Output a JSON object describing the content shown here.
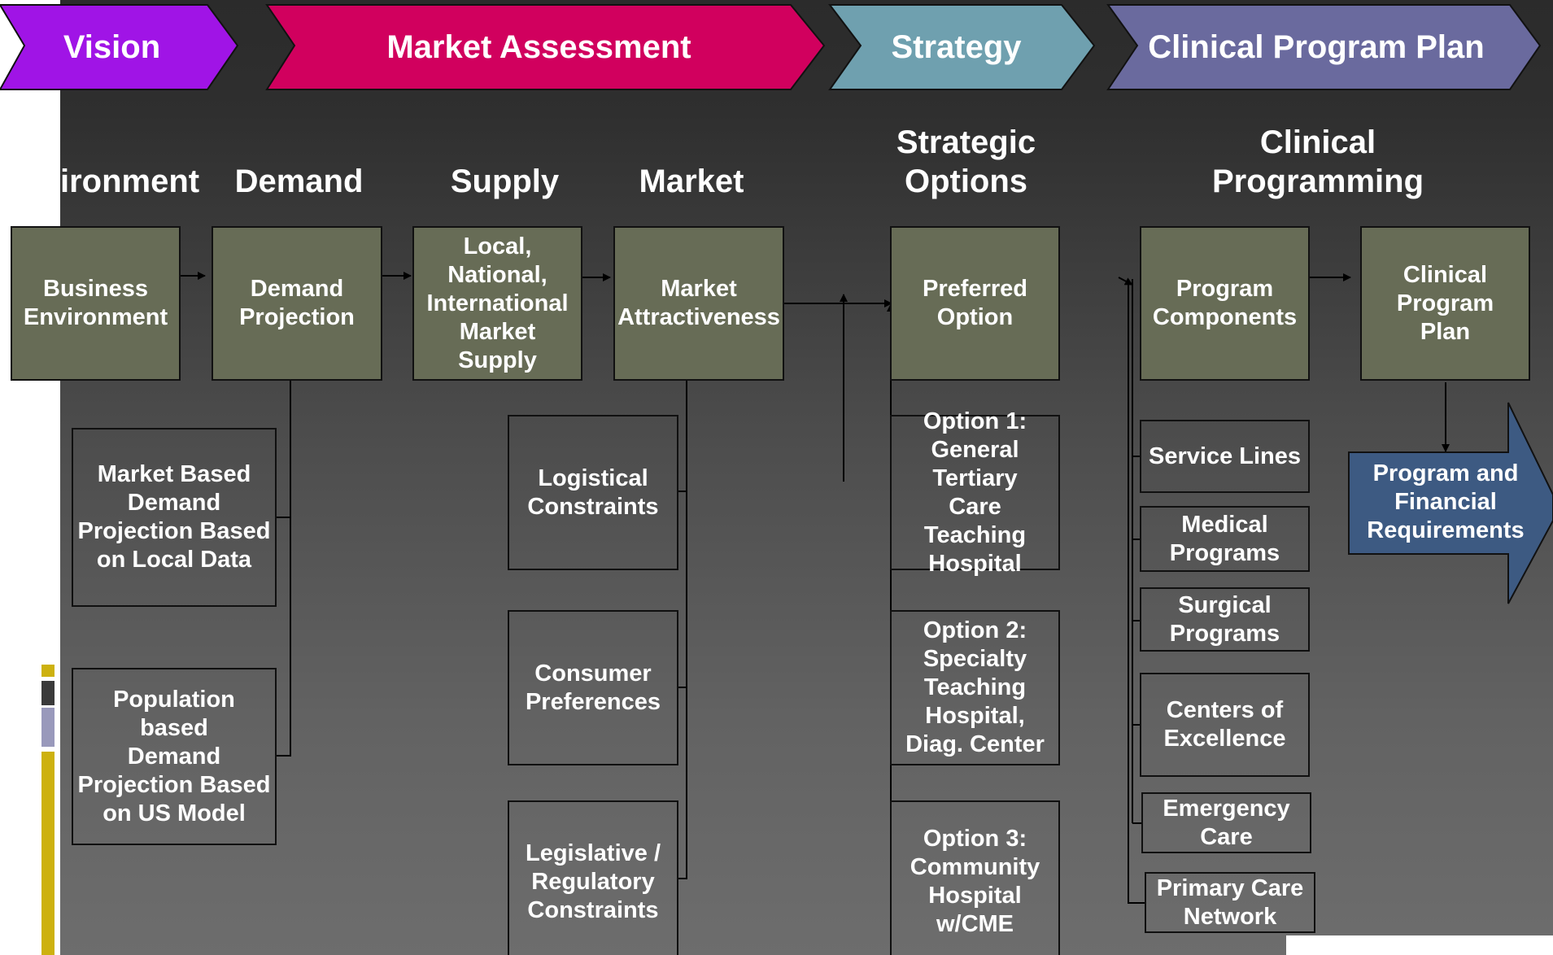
{
  "colors": {
    "vision": "#a014e6",
    "market_assessment": "#d1005e",
    "strategy": "#6fa0af",
    "clinical_program_plan": "#6a6a9e",
    "box_fill": "#676c56",
    "outcome_arrow": "#3d5a82",
    "accent_yellow": "#cdb10f",
    "accent_gray": "#3a3a3a",
    "accent_lavender": "#9999bb"
  },
  "phases": {
    "vision": "Vision",
    "market_assessment": "Market Assessment",
    "strategy": "Strategy",
    "clinical_program_plan": "Clinical Program Plan"
  },
  "headers": {
    "environment": "ironment",
    "demand": "Demand",
    "supply": "Supply",
    "market": "Market",
    "strategic_options": "Strategic\nOptions",
    "clinical_programming": "Clinical\nProgramming"
  },
  "boxes": {
    "business_environment": "Business\nEnvironment",
    "demand_projection": "Demand\nProjection",
    "market_supply": "Local,\nNational,\nInternational\nMarket\nSupply",
    "market_attractiveness": "Market\nAttractiveness",
    "preferred_option": "Preferred\nOption",
    "program_components": "Program\nComponents",
    "clinical_program_plan": "Clinical\nProgram\nPlan"
  },
  "demand_inputs": [
    "Market Based\nDemand\nProjection Based\non Local Data",
    "Population based\nDemand\nProjection Based\non US Model"
  ],
  "market_inputs": [
    "Logistical\nConstraints",
    "Consumer\nPreferences",
    "Legislative /\nRegulatory\nConstraints"
  ],
  "options": [
    "Option 1:\nGeneral\nTertiary\nCare Teaching\nHospital",
    "Option 2:\nSpecialty\nTeaching\nHospital,\nDiag. Center",
    "Option 3:\nCommunity\nHospital\nw/CME"
  ],
  "program_items": [
    "Service Lines",
    "Medical\nPrograms",
    "Surgical\nPrograms",
    "Centers of\nExcellence",
    "Emergency\nCare",
    "Primary Care\nNetwork"
  ],
  "outcome": "Program and\nFinancial\nRequirements"
}
